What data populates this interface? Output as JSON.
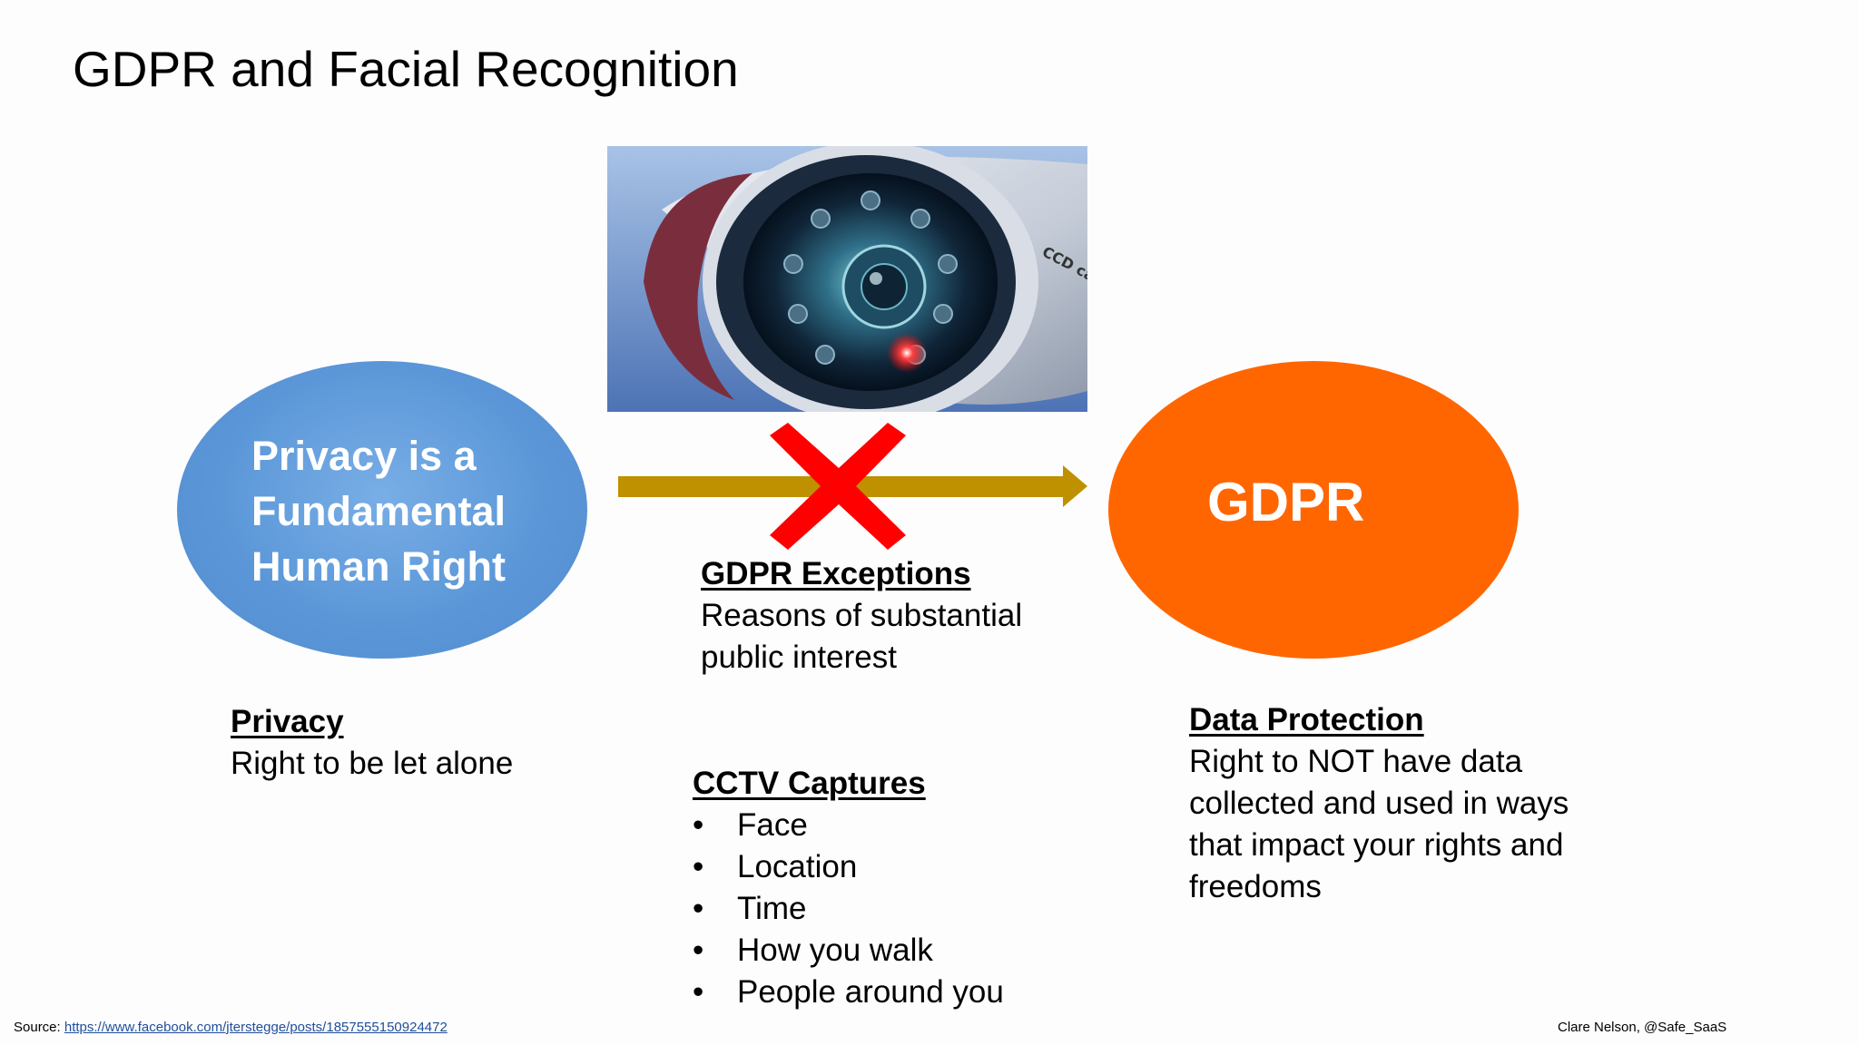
{
  "slide": {
    "title": "GDPR and Facial Recognition"
  },
  "image": {
    "subject": "cctv-camera-photo",
    "camera_label": "CCD cam"
  },
  "left_ellipse": {
    "lines": [
      "Privacy is a",
      "Fundamental",
      "Human Right"
    ],
    "color": "#5b9bd5"
  },
  "right_ellipse": {
    "label": "GDPR",
    "color": "#ff6600"
  },
  "connector": {
    "arrow_color": "#bf9000",
    "cross_color": "#ff0000"
  },
  "exceptions": {
    "heading": "GDPR Exceptions",
    "lines": [
      "Reasons of substantial",
      "public interest"
    ]
  },
  "privacy": {
    "heading": "Privacy",
    "text": "Right to be let alone"
  },
  "data_protection": {
    "heading": "Data Protection",
    "lines": [
      "Right to NOT have data",
      "collected and used in ways",
      "that impact your rights and",
      "freedoms"
    ]
  },
  "cctv": {
    "heading": "CCTV Captures",
    "bullet": "•",
    "items": [
      "Face",
      "Location",
      "Time",
      "How you walk",
      "People around you"
    ]
  },
  "footer": {
    "source_label": "Source: ",
    "source_link": "https://www.facebook.com/jterstegge/posts/1857555150924472",
    "author": "Clare Nelson, @Safe_SaaS"
  }
}
